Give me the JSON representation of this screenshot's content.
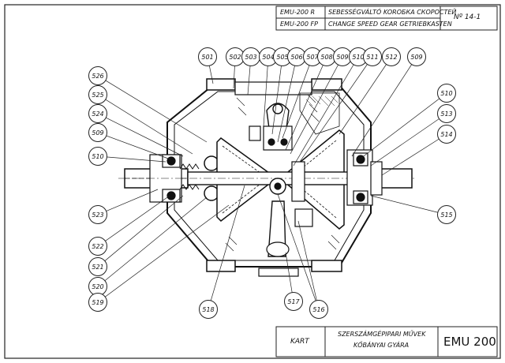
{
  "title_block_top": {
    "codes": [
      "EMU-200 R",
      "EMU-200 FP"
    ],
    "description_lines": [
      "SEBESSÉGVÁLTÓ KOROБКА СКОРОСТЕЙ",
      "CHANGE SPEED GEAR GETRIEBKASTEN"
    ],
    "sheet_number": "Nº 14-1"
  },
  "title_block_bottom": {
    "label": "KART",
    "maker_lines": [
      "SZERSZÁMGÉPIPARI MŰVEK",
      "KŐBÁNYAI GYÁRA"
    ],
    "model": "EMU 200"
  },
  "callouts_top": [
    "501",
    "502",
    "503",
    "504",
    "505",
    "506",
    "507",
    "508",
    "509",
    "510",
    "511",
    "512",
    "509"
  ],
  "callouts_left": [
    "526",
    "525",
    "524",
    "509",
    "510",
    "523",
    "522",
    "521",
    "520",
    "519"
  ],
  "callouts_right": [
    "510",
    "513",
    "514",
    "515"
  ],
  "callouts_bottom": [
    "518",
    "517",
    "516"
  ]
}
